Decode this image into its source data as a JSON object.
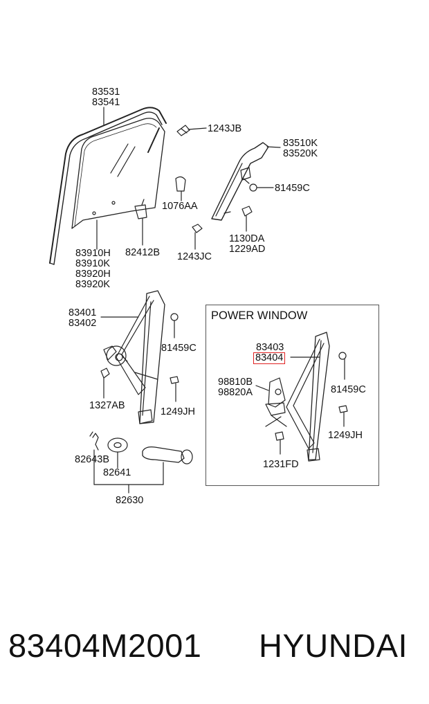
{
  "diagram": {
    "power_window_title": "POWER WINDOW",
    "labels": {
      "l_83531": [
        "83531",
        "83541"
      ],
      "l_1243jb": [
        "1243JB"
      ],
      "l_83510k": [
        "83510K",
        "83520K"
      ],
      "l_81459c_top": [
        "81459C"
      ],
      "l_1076aa": [
        "1076AA"
      ],
      "l_1130da": [
        "1130DA",
        "1229AD"
      ],
      "l_83910h": [
        "83910H",
        "83910K",
        "83920H",
        "83920K"
      ],
      "l_82412b": [
        "82412B"
      ],
      "l_1243jc": [
        "1243JC"
      ],
      "l_83401": [
        "83401",
        "83402"
      ],
      "l_81459c_mid": [
        "81459C"
      ],
      "l_1327ab": [
        "1327AB"
      ],
      "l_1249jh_left": [
        "1249JH"
      ],
      "l_83403": [
        "83403"
      ],
      "l_83404": [
        "83404"
      ],
      "l_98810b": [
        "98810B",
        "98820A"
      ],
      "l_81459c_right": [
        "81459C"
      ],
      "l_1249jh_right": [
        "1249JH"
      ],
      "l_1231fd": [
        "1231FD"
      ],
      "l_82643b": [
        "82643B"
      ],
      "l_82641": [
        "82641"
      ],
      "l_82630": [
        "82630"
      ]
    }
  },
  "footer": {
    "part_number": "83404M2001",
    "brand": "HYUNDAI"
  },
  "colors": {
    "highlight": "#e02020",
    "line": "#222222"
  }
}
